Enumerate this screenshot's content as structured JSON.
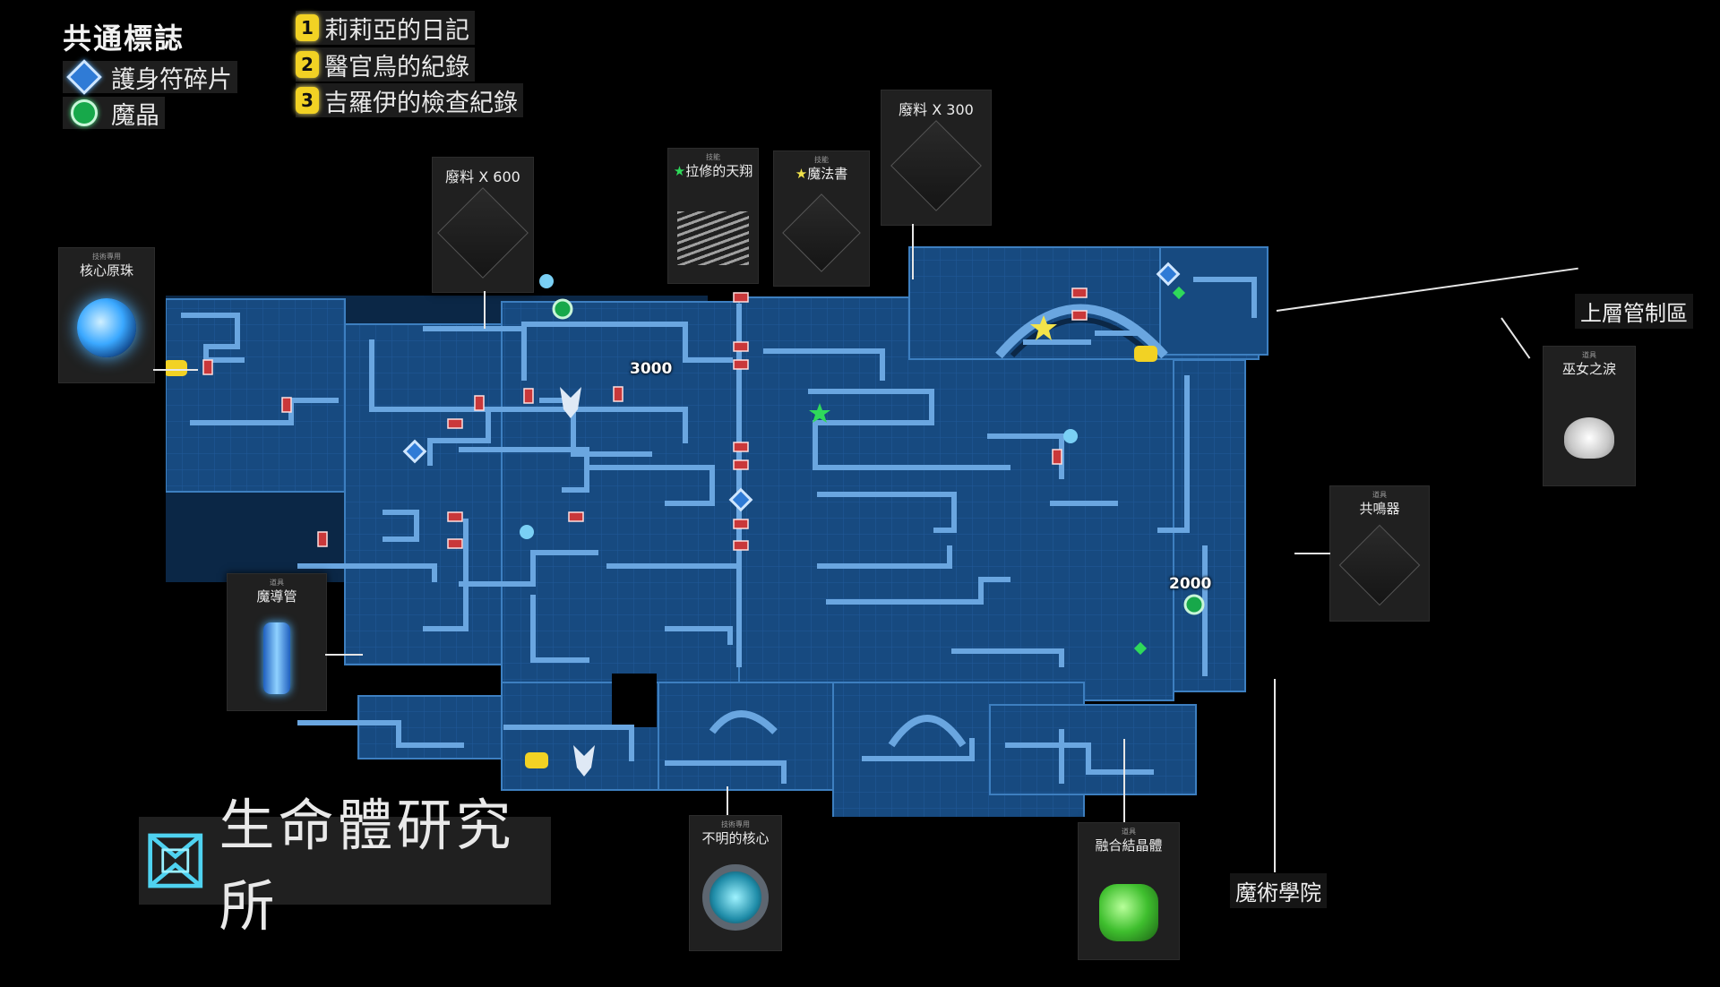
{
  "legend": {
    "title": "共通標誌",
    "items": [
      {
        "label": "護身符碎片",
        "icon": "amulet-fragment-icon",
        "color": "#2f7bd6"
      },
      {
        "label": "魔晶",
        "icon": "magic-crystal-icon",
        "color": "#17a84a"
      }
    ]
  },
  "quests": [
    {
      "num": "1",
      "label": "莉莉亞的日記"
    },
    {
      "num": "2",
      "label": "醫官鳥的紀錄"
    },
    {
      "num": "3",
      "label": "吉羅伊的檢查紀錄"
    }
  ],
  "cards": {
    "core_orb": {
      "sub": "技術專用",
      "label": "核心原珠"
    },
    "scrap_600": {
      "label": "廢料 X 600"
    },
    "latius_flight": {
      "sub": "技能",
      "label": "拉修的天翔"
    },
    "spellbook": {
      "sub": "技能",
      "label": "魔法書"
    },
    "scrap_300": {
      "label": "廢料 X 300"
    },
    "witch_tear": {
      "sub": "道具",
      "label": "巫女之淚"
    },
    "resonator": {
      "sub": "道具",
      "label": "共鳴器"
    },
    "conduit": {
      "sub": "道具",
      "label": "魔導管"
    },
    "unknown_core": {
      "sub": "技術專用",
      "label": "不明的核心"
    },
    "fused_crystal": {
      "sub": "道具",
      "label": "融合結晶體"
    }
  },
  "regions": {
    "upper_control": "上層管制區",
    "magic_academy": "魔術學院"
  },
  "map_numbers": {
    "crystal_a": "3000",
    "crystal_b": "2000"
  },
  "area": {
    "name": "生命體研究所"
  },
  "colors": {
    "map_fill": "#1a4f86",
    "map_dark": "#0b2746",
    "map_wall": "#3d7fc0",
    "door": "#c9383a",
    "quest": "#f2d224"
  }
}
